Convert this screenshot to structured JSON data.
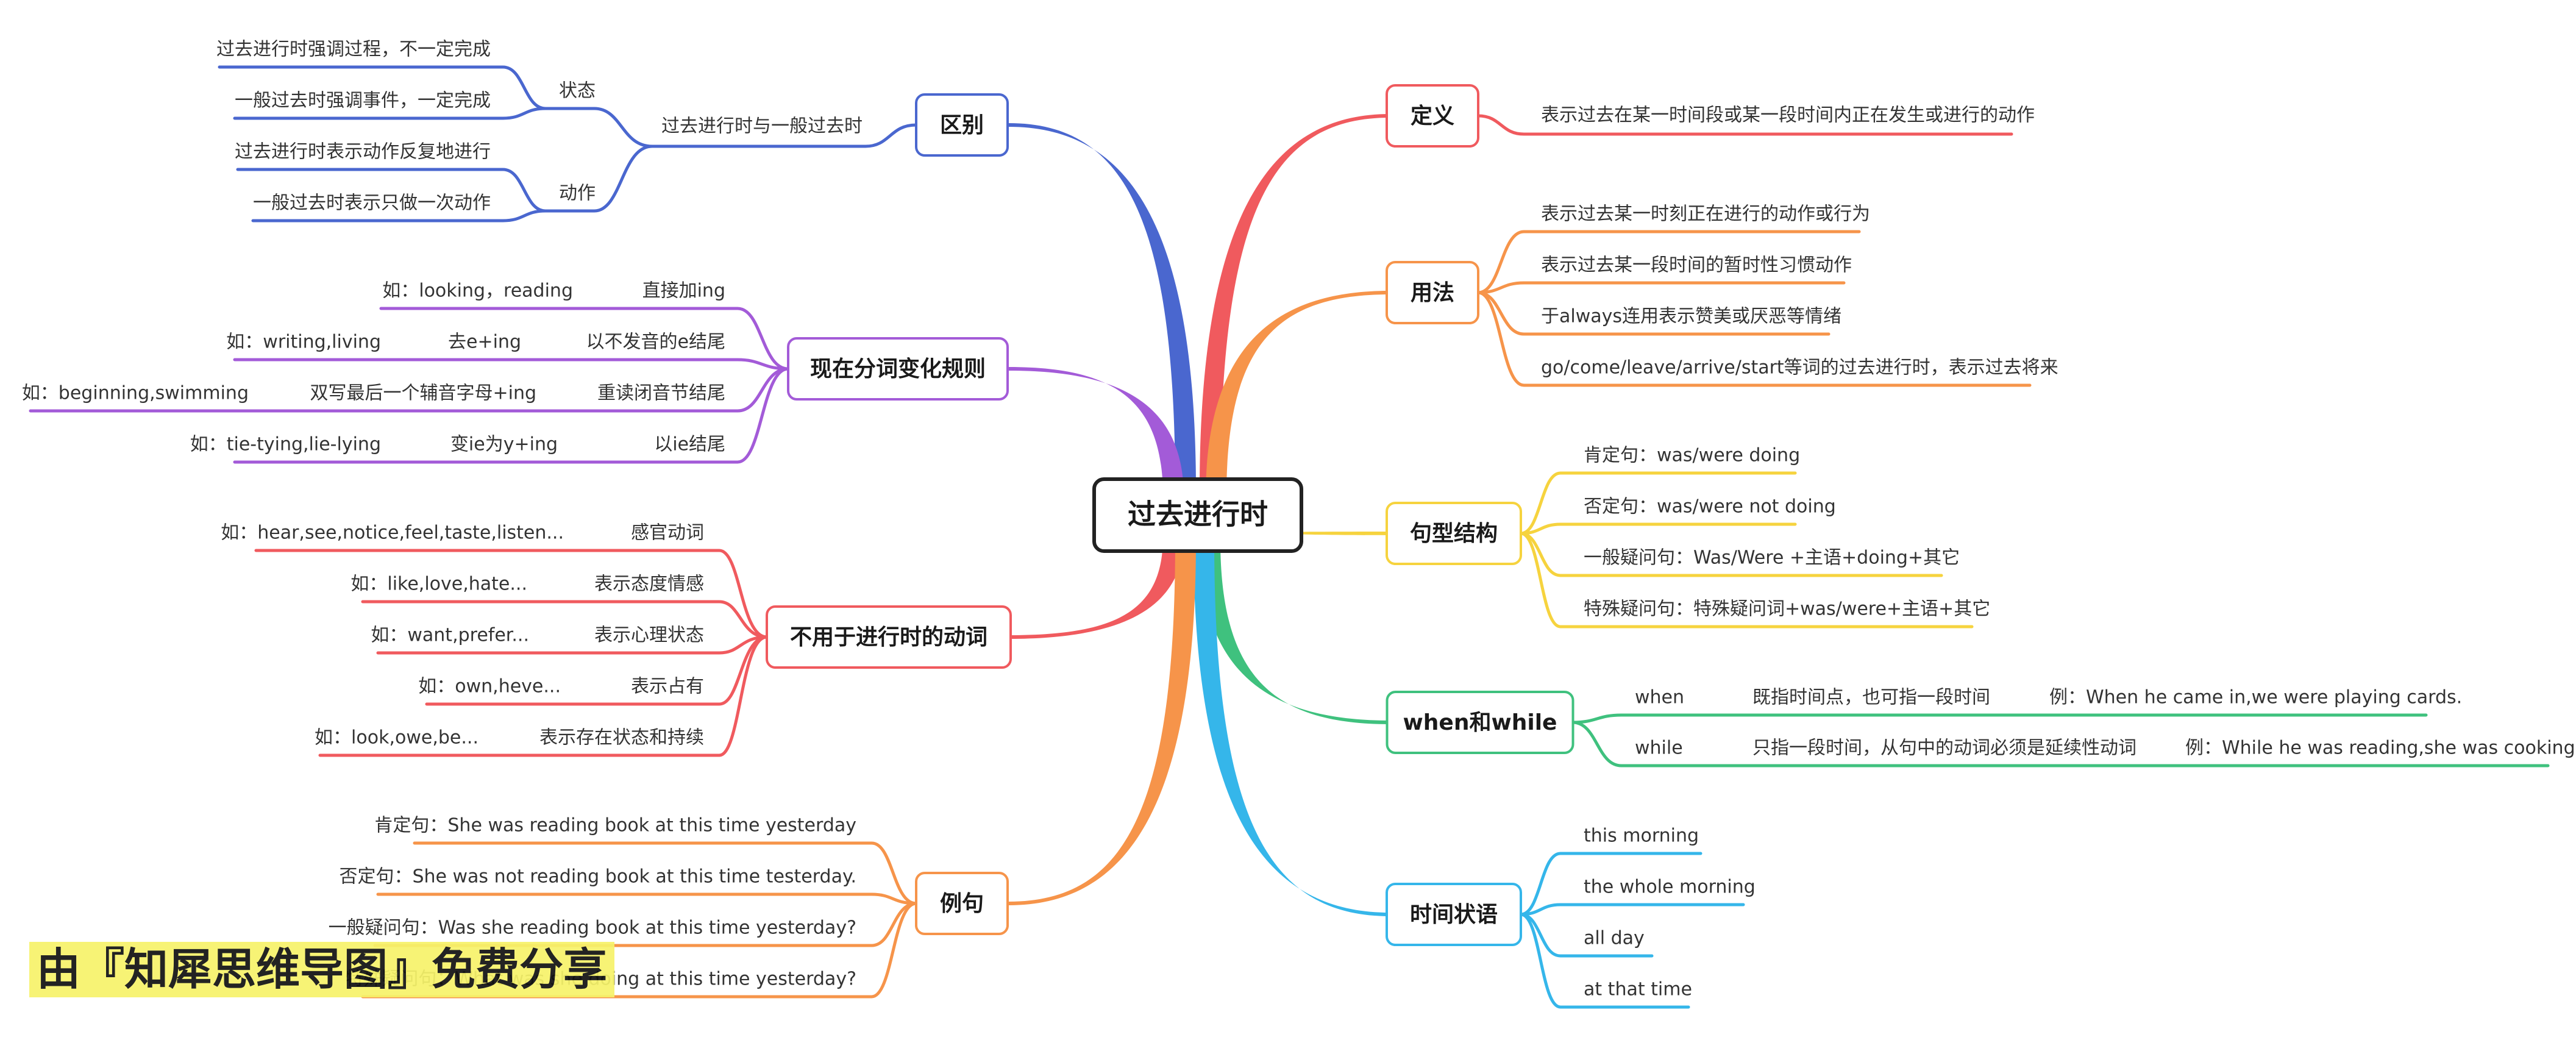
{
  "central": "过去进行时",
  "branches": {
    "dingyi": {
      "title": "定义",
      "color": "#f05a5e",
      "items": [
        "表示过去在某一时间段或某一段时间内正在发生或进行的动作"
      ]
    },
    "yongfa": {
      "title": "用法",
      "color": "#f6944a",
      "items": [
        "表示过去某一时刻正在进行的动作或行为",
        "表示过去某一段时间的暂时性习惯动作",
        "于always连用表示赞美或厌恶等情绪",
        "go/come/leave/arrive/start等词的过去进行时，表示过去将来"
      ]
    },
    "juxing": {
      "title": "句型结构",
      "color": "#f6d33e",
      "items": [
        "肯定句：was/were doing",
        "否定句：was/were not doing",
        "一般疑问句：Was/Were +主语+doing+其它",
        "特殊疑问句：特殊疑问词+was/were+主语+其它"
      ]
    },
    "whenwhile": {
      "title": "when和while",
      "color": "#3fc17e",
      "rows": [
        {
          "word": "when",
          "desc": "既指时间点，也可指一段时间",
          "example": "例：When he came in,we were playing cards."
        },
        {
          "word": "while",
          "desc": "只指一段时间，从句中的动词必须是延续性动词",
          "example": "例：While he was reading,she was cooking."
        }
      ]
    },
    "shijian": {
      "title": "时间状语",
      "color": "#35b6ea",
      "items": [
        "this morning",
        "the whole morning",
        "all day",
        "at that time"
      ]
    },
    "qubie": {
      "title": "区别",
      "color": "#4a67cf",
      "sub": "过去进行时与一般过去时",
      "groups": [
        {
          "label": "状态",
          "items": [
            "过去进行时强调过程，不一定完成",
            "一般过去时强调事件，一定完成"
          ]
        },
        {
          "label": "动作",
          "items": [
            "过去进行时表示动作反复地进行",
            "一般过去时表示只做一次动作"
          ]
        }
      ]
    },
    "xianzai": {
      "title": "现在分词变化规则",
      "color": "#a35bd8",
      "rows": [
        {
          "rule": "直接加ing",
          "example": "如：looking，reading"
        },
        {
          "rule": "以不发音的e结尾",
          "change": "去e+ing",
          "example": "如：writing,living"
        },
        {
          "rule": "重读闭音节结尾",
          "change": "双写最后一个辅音字母+ing",
          "example": "如：beginning,swimming"
        },
        {
          "rule": "以ie结尾",
          "change": "变ie为y+ing",
          "example": "如：tie-tying,lie-lying"
        }
      ]
    },
    "buyong": {
      "title": "不用于进行时的动词",
      "color": "#f05a5e",
      "rows": [
        {
          "type": "感官动词",
          "example": "如：hear,see,notice,feel,taste,listen..."
        },
        {
          "type": "表示态度情感",
          "example": "如：like,love,hate..."
        },
        {
          "type": "表示心理状态",
          "example": "如：want,prefer..."
        },
        {
          "type": "表示占有",
          "example": "如：own,heve..."
        },
        {
          "type": "表示存在状态和持续",
          "example": "如：look,owe,be..."
        }
      ]
    },
    "liju": {
      "title": "例句",
      "color": "#f6944a",
      "items": [
        "肯定句：She was reading book at this time yesterday",
        "否定句：She was not reading book at this time testerday.",
        "一般疑问句：Was she reading book at this time yesterday?",
        "特殊疑问句：What was she doing at this time yesterday?"
      ]
    }
  },
  "watermark": "由『知犀思维导图』免费分享"
}
